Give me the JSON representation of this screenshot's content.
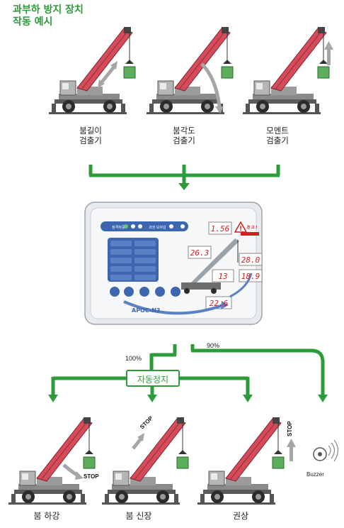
{
  "title": {
    "line1": "과부하 방지 장치",
    "line2": "작동 예시"
  },
  "top_cranes": [
    {
      "label1": "붐길이",
      "label2": "검출기"
    },
    {
      "label1": "붐각도",
      "label2": "검출기"
    },
    {
      "label1": "모멘트",
      "label2": "검출기"
    }
  ],
  "panel": {
    "model": "APOC-N3",
    "readouts": {
      "top": "1.56",
      "left": "26.3",
      "right1": "28.0",
      "right2": "18.9",
      "mid": "13",
      "bottom": "22.6"
    },
    "warning": "경 고 !",
    "header_left": "정격하중",
    "header_right": "과권  보자감"
  },
  "percent_left": "100%",
  "percent_right": "90%",
  "auto_stop": "자동정지",
  "bottom_items": [
    {
      "label": "붐 하강",
      "stop": "STOP"
    },
    {
      "label": "붐 신장",
      "stop": "STOP"
    },
    {
      "label": "권상",
      "stop": "STOP"
    },
    {
      "label": "Buzzer"
    }
  ],
  "colors": {
    "green": "#2e9b3a",
    "boom": "#d64b5a",
    "panel_blue": "#3d66b0"
  }
}
